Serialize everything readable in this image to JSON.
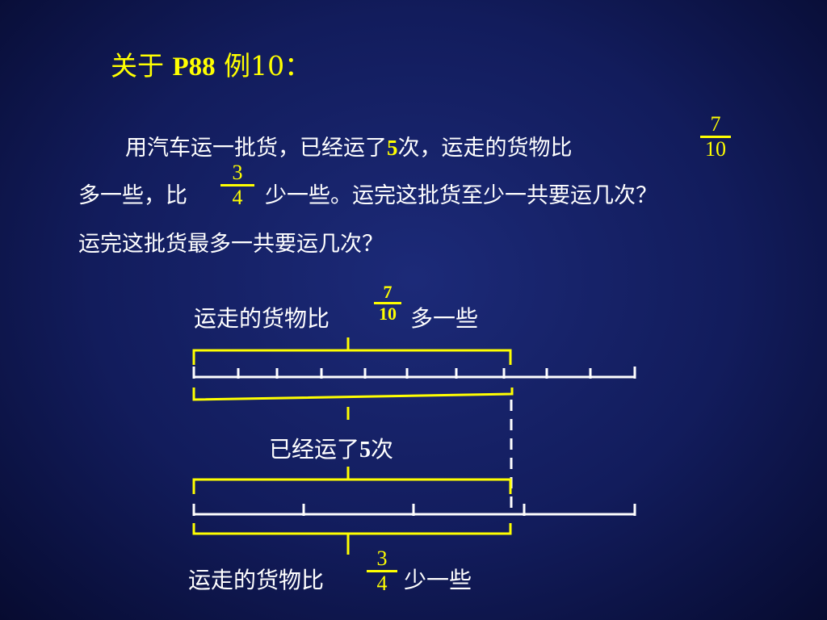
{
  "title": {
    "prefix": "关于",
    "ref": "P88",
    "example": "例10："
  },
  "problem": {
    "line1_a": "用汽车运一批货，已经运了",
    "line1_num": "5",
    "line1_b": "次，运走的货物比",
    "line2_a": "多一些，比",
    "line2_b": "少一些。运完这批货至少一共要运几次？",
    "line3": "运完这批货最多一共要运几次？",
    "frac1": {
      "num": "7",
      "den": "10"
    },
    "frac2": {
      "num": "3",
      "den": "4"
    }
  },
  "diagram": {
    "top_label_a": "运走的货物比",
    "top_label_b": "多一些",
    "top_frac": {
      "num": "7",
      "den": "10"
    },
    "mid_label_a": "已经运了",
    "mid_label_num": "5",
    "mid_label_b": "次",
    "bottom_label_a": "运走的货物比",
    "bottom_label_b": "少一些",
    "bottom_frac": {
      "num": "3",
      "den": "4"
    }
  },
  "colors": {
    "text": "#ffffff",
    "accent": "#ffff00",
    "background": "#121c5c"
  }
}
